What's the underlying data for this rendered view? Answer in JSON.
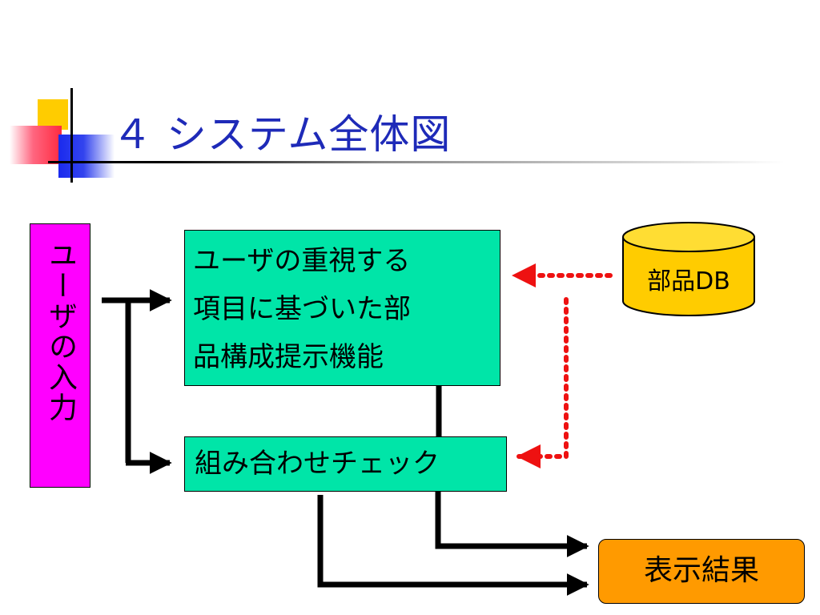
{
  "slide": {
    "title": "４ システム全体図"
  },
  "diagram": {
    "user_input": "ユーザの入力",
    "proposal_function": {
      "lines": [
        "ユーザの重視する",
        "項目に基づいた部",
        "品構成提示機能"
      ]
    },
    "combination_check": "組み合わせチェック",
    "parts_db": "部品DB",
    "display_result": "表示結果"
  },
  "colors": {
    "title": "#1e2ab8",
    "user_input_fill": "#ff00ff",
    "process_fill": "#00e5a8",
    "db_fill": "#ffcc00",
    "result_fill": "#ff9a00",
    "dotted_arrow": "#ee1111"
  }
}
